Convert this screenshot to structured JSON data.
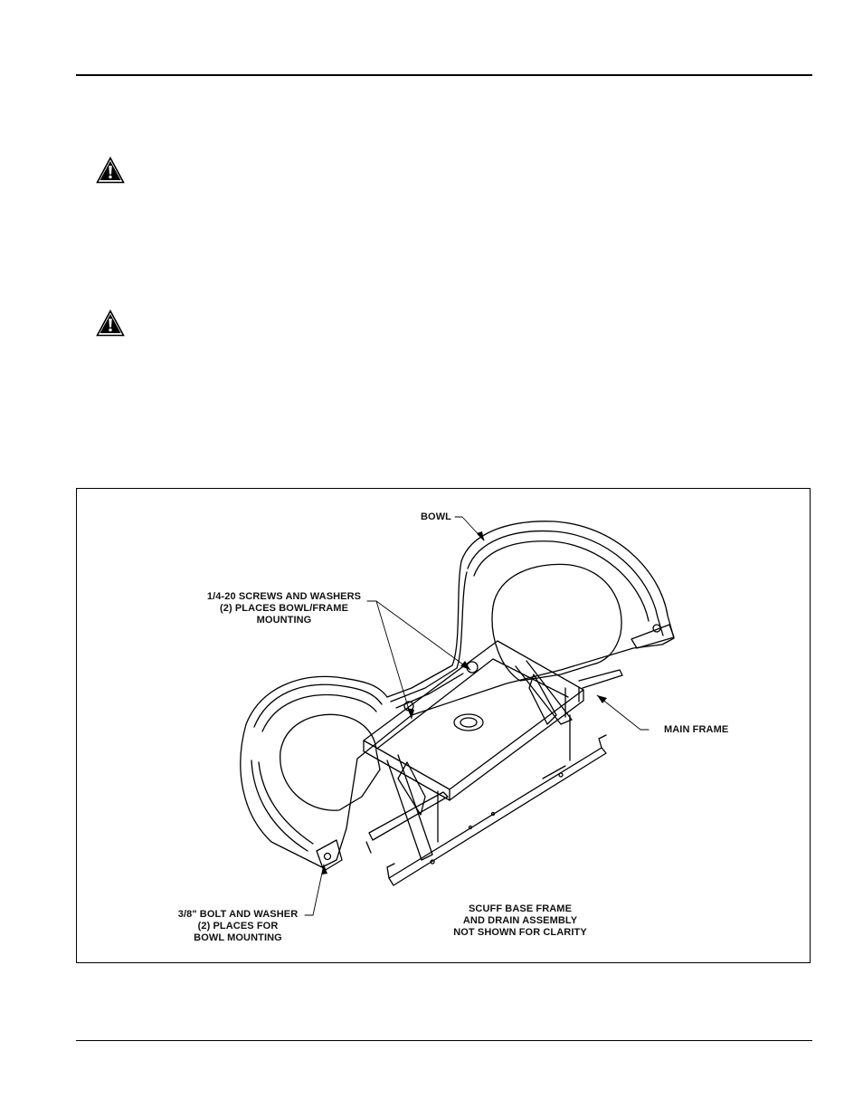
{
  "page": {
    "warnings": [
      {
        "icon": "warning-triangle-icon"
      },
      {
        "icon": "warning-triangle-icon"
      }
    ]
  },
  "figure": {
    "callouts": {
      "bowl": "BOWL",
      "screws": [
        "1/4-20 SCREWS AND WASHERS",
        "(2) PLACES BOWL/FRAME",
        "MOUNTING"
      ],
      "main_frame": "MAIN FRAME",
      "bolt": [
        "3/8\" BOLT AND WASHER",
        "(2) PLACES FOR",
        "BOWL MOUNTING"
      ],
      "scuff": [
        "SCUFF BASE FRAME",
        "AND DRAIN ASSEMBLY",
        "NOT SHOWN FOR CLARITY"
      ]
    }
  }
}
